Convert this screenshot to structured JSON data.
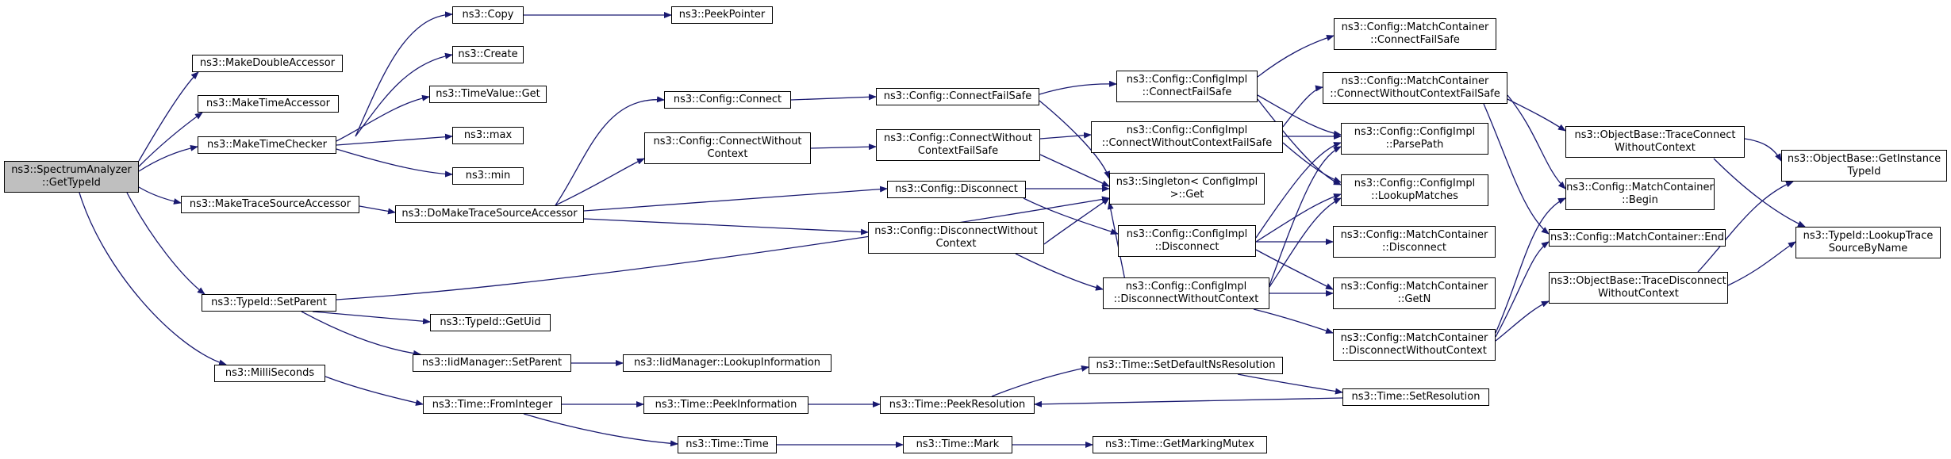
{
  "colors": {
    "edge": "#191970",
    "node_border": "#000000",
    "root_fill": "#bfbfbf",
    "node_fill": "#ffffff"
  },
  "nodes": {
    "root": "ns3::SpectrumAnalyzer\n::GetTypeId",
    "makeDouble": "ns3::MakeDoubleAccessor",
    "makeTimeAcc": "ns3::MakeTimeAccessor",
    "makeTimeChecker": "ns3::MakeTimeChecker",
    "makeTrace": "ns3::MakeTraceSourceAccessor",
    "setParent": "ns3::TypeId::SetParent",
    "milli": "ns3::MilliSeconds",
    "copy": "ns3::Copy",
    "peekPointer": "ns3::PeekPointer",
    "create": "ns3::Create",
    "timeValueGet": "ns3::TimeValue::Get",
    "max": "ns3::max",
    "min": "ns3::min",
    "doMake": "ns3::DoMakeTraceSourceAccessor",
    "getUid": "ns3::TypeId::GetUid",
    "iidSetParent": "ns3::IidManager::SetParent",
    "iidLookup": "ns3::IidManager::LookupInformation",
    "fromInteger": "ns3::Time::FromInteger",
    "peekInfo": "ns3::Time::PeekInformation",
    "timeTime": "ns3::Time::Time",
    "peekRes": "ns3::Time::PeekResolution",
    "mark": "ns3::Time::Mark",
    "getMarking": "ns3::Time::GetMarkingMutex",
    "setDefaultNs": "ns3::Time::SetDefaultNsResolution",
    "setRes": "ns3::Time::SetResolution",
    "cfgConnect": "ns3::Config::Connect",
    "cfgConnectWC": "ns3::Config::ConnectWithout\nContext",
    "cfgDisconnect": "ns3::Config::Disconnect",
    "cfgDisconnectWC": "ns3::Config::DisconnectWithout\nContext",
    "cfgConnectFS": "ns3::Config::ConnectFailSafe",
    "cfgConnectWCFS": "ns3::Config::ConnectWithout\nContextFailSafe",
    "implConnectFS": "ns3::Config::ConfigImpl\n::ConnectFailSafe",
    "implConnectWCFS": "ns3::Config::ConfigImpl\n::ConnectWithoutContextFailSafe",
    "singleton": "ns3::Singleton< ConfigImpl\n>::Get",
    "implDisconnect": "ns3::Config::ConfigImpl\n::Disconnect",
    "implDisconnectWC": "ns3::Config::ConfigImpl\n::DisconnectWithoutContext",
    "mcConnectFS": "ns3::Config::MatchContainer\n::ConnectFailSafe",
    "mcConnectWCFS": "ns3::Config::MatchContainer\n::ConnectWithoutContextFailSafe",
    "parsePath": "ns3::Config::ConfigImpl\n::ParsePath",
    "lookupMatches": "ns3::Config::ConfigImpl\n::LookupMatches",
    "mcDisconnect": "ns3::Config::MatchContainer\n::Disconnect",
    "mcGetN": "ns3::Config::MatchContainer\n::GetN",
    "mcDisconnectWC": "ns3::Config::MatchContainer\n::DisconnectWithoutContext",
    "obTraceConnect": "ns3::ObjectBase::TraceConnect\nWithoutContext",
    "mcBegin": "ns3::Config::MatchContainer\n::Begin",
    "mcEnd": "ns3::Config::MatchContainer::End",
    "obTraceDisconnect": "ns3::ObjectBase::TraceDisconnect\nWithoutContext",
    "getInstanceTypeId": "ns3::ObjectBase::GetInstance\nTypeId",
    "lookupTraceSource": "ns3::TypeId::LookupTrace\nSourceByName"
  }
}
